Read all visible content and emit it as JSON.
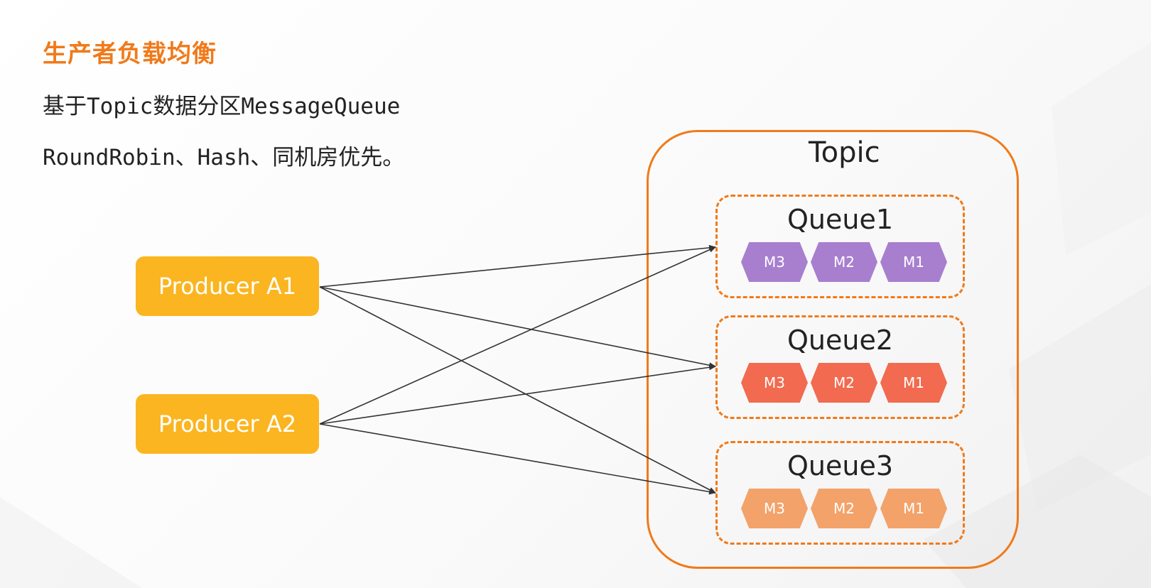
{
  "heading": "生产者负载均衡",
  "body_lines": [
    "基于Topic数据分区MessageQueue",
    "RoundRobin、Hash、同机房优先。"
  ],
  "producers": [
    "Producer A1",
    "Producer A2"
  ],
  "topic": {
    "label": "Topic"
  },
  "queues": [
    {
      "name": "Queue1",
      "messages": [
        "M3",
        "M2",
        "M1"
      ],
      "color": "#a87fcf"
    },
    {
      "name": "Queue2",
      "messages": [
        "M3",
        "M2",
        "M1"
      ],
      "color": "#f26a4f"
    },
    {
      "name": "Queue3",
      "messages": [
        "M3",
        "M2",
        "M1"
      ],
      "color": "#f3a26a"
    }
  ],
  "colors": {
    "accent": "#f07a1a",
    "producer": "#fbb520"
  },
  "connections": [
    {
      "from": "Producer A1",
      "to": "Queue1"
    },
    {
      "from": "Producer A1",
      "to": "Queue2"
    },
    {
      "from": "Producer A1",
      "to": "Queue3"
    },
    {
      "from": "Producer A2",
      "to": "Queue1"
    },
    {
      "from": "Producer A2",
      "to": "Queue2"
    },
    {
      "from": "Producer A2",
      "to": "Queue3"
    }
  ]
}
